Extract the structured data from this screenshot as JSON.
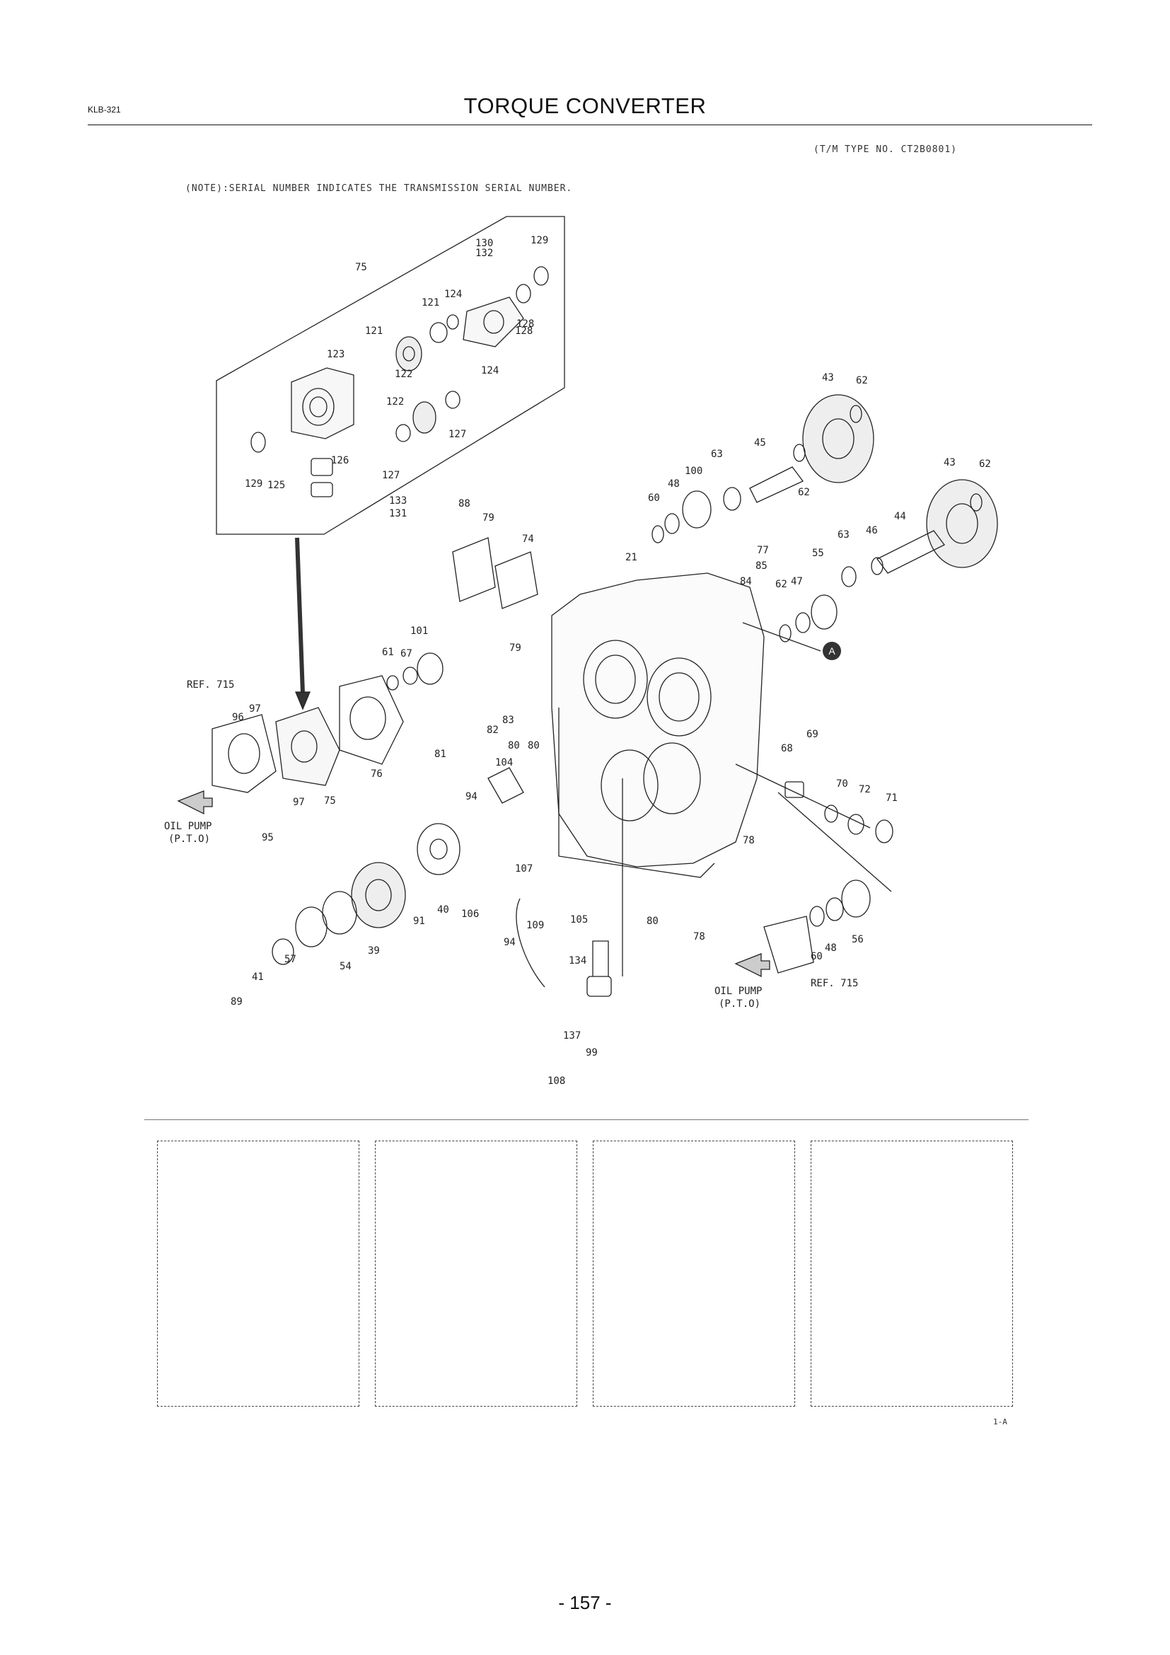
{
  "header": {
    "doc_code": "KLB-321",
    "title": "TORQUE CONVERTER",
    "type_no": "(T/M TYPE NO. CT2B0801)",
    "note": "(NOTE):SERIAL NUMBER INDICATES THE TRANSMISSION SERIAL NUMBER."
  },
  "diagram": {
    "part_numbers": [
      "75",
      "130",
      "129",
      "132",
      "124",
      "121",
      "128",
      "121",
      "123",
      "122",
      "124",
      "128",
      "122",
      "127",
      "126",
      "127",
      "129",
      "125",
      "133",
      "131",
      "43",
      "62",
      "45",
      "63",
      "100",
      "48",
      "60",
      "62",
      "43",
      "62",
      "88",
      "79",
      "74",
      "21",
      "44",
      "46",
      "63",
      "77",
      "55",
      "85",
      "84",
      "62",
      "47",
      "101",
      "61",
      "67",
      "79",
      "REF. 715",
      "97",
      "96",
      "83",
      "82",
      "80",
      "80",
      "81",
      "104",
      "68",
      "69",
      "70",
      "72",
      "71",
      "76",
      "94",
      "75",
      "97",
      "95",
      "78",
      "107",
      "40",
      "106",
      "91",
      "105",
      "109",
      "94",
      "134",
      "80",
      "78",
      "39",
      "54",
      "57",
      "41",
      "89",
      "137",
      "99",
      "108",
      "56",
      "48",
      "60",
      "REF. 715"
    ],
    "callout_marker": "A",
    "oil_pump_labels": [
      {
        "line1": "OIL PUMP",
        "line2": "(P.T.O)"
      },
      {
        "line1": "OIL PUMP",
        "line2": "(P.T.O)"
      }
    ]
  },
  "serial_boxes": [
    "",
    "",
    "",
    ""
  ],
  "footer": {
    "page_ref": "1-A",
    "page_number": "- 157 -"
  }
}
